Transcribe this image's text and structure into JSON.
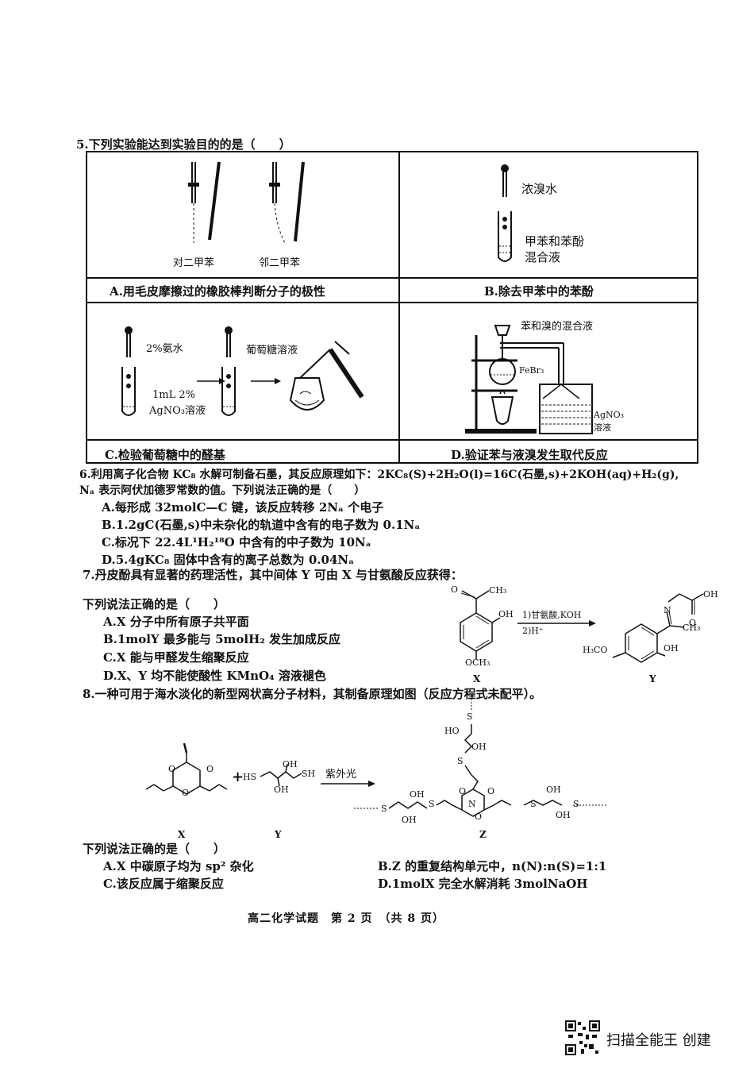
{
  "q5": {
    "stem": "5.下列实验能达到实验目的的是（　　）",
    "cellA": {
      "label_left": "对二甲苯",
      "label_right": "邻二甲苯",
      "caption": "A.用毛皮摩擦过的橡胶棒判断分子的极性"
    },
    "cellB": {
      "label_top": "浓溴水",
      "label_mid": "甲苯和苯酚",
      "label_bottom": "混合液",
      "caption": "B.除去甲苯中的苯酚"
    },
    "cellC": {
      "label1": "2%氨水",
      "label2": "葡萄糖溶液",
      "label3": "1mL 2%",
      "label4": "AgNO₃溶液",
      "caption": "C.检验葡萄糖中的醛基"
    },
    "cellD": {
      "label1": "苯和溴的混合液",
      "label2": "FeBr₃",
      "label3": "AgNO₃",
      "label4": "溶液",
      "caption": "D.验证苯与液溴发生取代反应"
    }
  },
  "q6": {
    "stem1": "6.利用离子化合物 KC₈ 水解可制备石墨，其反应原理如下：2KC₈(S)+2H₂O(l)=16C(石墨,s)+2KOH(aq)+H₂(g),",
    "stem2": "Nₐ 表示阿伏加德罗常数的值。下列说法正确的是（　　）",
    "options": [
      "A.每形成 32molC—C 键，该反应转移 2Nₐ 个电子",
      "B.1.2gC(石墨,s)中未杂化的轨道中含有的电子数为 0.1Nₐ",
      "C.标况下 22.4L¹H₂¹⁸O 中含有的中子数为 10Nₐ",
      "D.5.4gKC₈ 固体中含有的离子总数为 0.04Nₐ"
    ]
  },
  "q7": {
    "stem": "7.丹皮酚具有显著的药理活性，其中间体 Y 可由 X 与甘氨酸反应获得：",
    "sub": "下列说法正确的是（　　）",
    "options": [
      "A.X 分子中所有原子共平面",
      "B.1molY 最多能与 5molH₂ 发生加成反应",
      "C.X 能与甲醛发生缩聚反应",
      "D.X、Y 均不能使酸性 KMnO₄ 溶液褪色"
    ],
    "cond1": "1)甘氨酸,KOH",
    "cond2": "2)H⁺",
    "x_label": "X",
    "y_label": "Y",
    "x_groups": {
      "o": "O",
      "ch3": "CH₃",
      "oh": "OH",
      "och3": "OCH₃"
    },
    "y_groups": {
      "oh_acid": "OH",
      "o": "O",
      "n": "N",
      "ch3": "CH₃",
      "h3co": "H₃CO",
      "oh": "OH"
    }
  },
  "q8": {
    "stem": "8.一种可用于海水淡化的新型网状高分子材料，其制备原理如图（反应方程式未配平）。",
    "sub": "下列说法正确的是（　　）",
    "options": [
      "A.X 中碳原子均为 sp² 杂化",
      "B.Z 的重复结构单元中，n(N):n(S)=1:1",
      "C.该反应属于缩聚反应",
      "D.1molX 完全水解消耗 3molNaOH"
    ],
    "plus": "+",
    "hs": "HS",
    "sh": "SH",
    "oh": "OH",
    "ho": "HO",
    "s": "S",
    "n": "N",
    "o": "O",
    "condition": "紫外光",
    "labels": {
      "x": "X",
      "y": "Y",
      "z": "Z"
    }
  },
  "footer": "高二化学试题　第 2 页　（共 8 页）",
  "watermark": "扫描全能王 创建"
}
